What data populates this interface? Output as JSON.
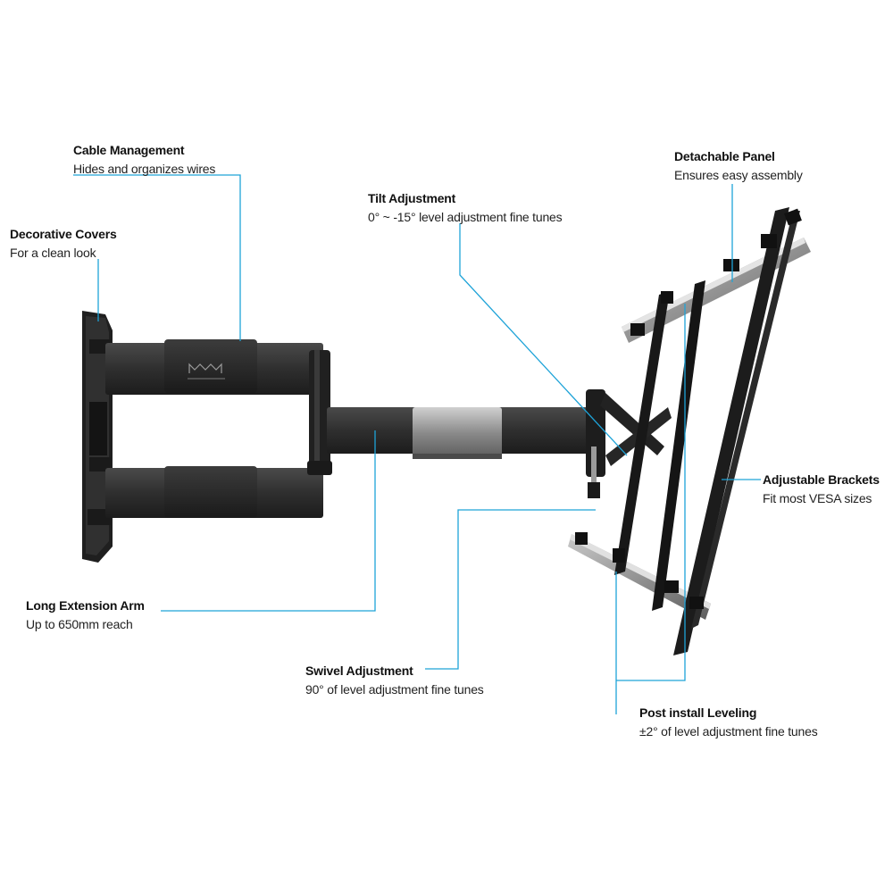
{
  "callouts": {
    "cable_management": {
      "title": "Cable Management",
      "desc": "Hides and organizes wires"
    },
    "decorative_covers": {
      "title": "Decorative Covers",
      "desc": "For a clean look"
    },
    "tilt_adjustment": {
      "title": "Tilt Adjustment",
      "desc": "0° ~ -15° level adjustment fine tunes"
    },
    "detachable_panel": {
      "title": "Detachable Panel",
      "desc": "Ensures easy assembly"
    },
    "adjustable_brackets": {
      "title": "Adjustable Brackets",
      "desc": "Fit most VESA sizes"
    },
    "long_extension_arm": {
      "title": "Long Extension Arm",
      "desc": "Up to 650mm reach"
    },
    "swivel_adjustment": {
      "title": "Swivel Adjustment",
      "desc": "90° of level adjustment fine tunes"
    },
    "post_install_leveling": {
      "title": "Post install Leveling",
      "desc": "±2° of level adjustment fine tunes"
    }
  },
  "colors": {
    "leader_line": "#1ea3d8",
    "mount_dark": "#2b2b2b",
    "mount_metal": "#8c8c8c"
  },
  "icons": {
    "product": "tv-wall-mount-illustration",
    "brand_logo": "brand-logo-mark"
  }
}
